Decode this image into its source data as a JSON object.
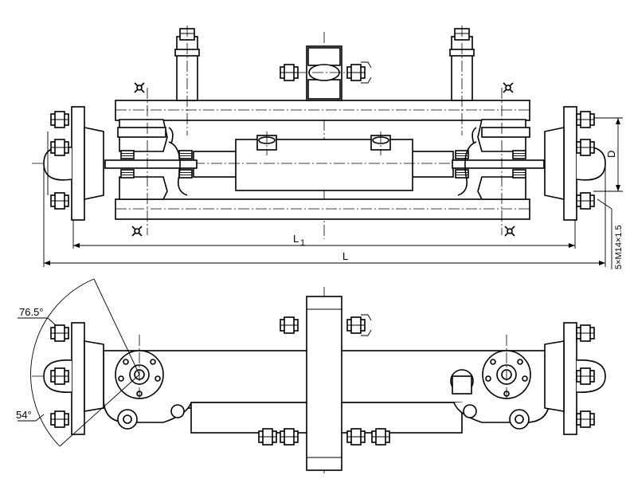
{
  "drawing": {
    "dimensions": {
      "l1": "L",
      "l1_sub": "1",
      "l": "L",
      "d": "D",
      "bolt": "5×M14×1.5"
    },
    "angles": {
      "upper": "76.5°",
      "lower": "54°"
    }
  }
}
